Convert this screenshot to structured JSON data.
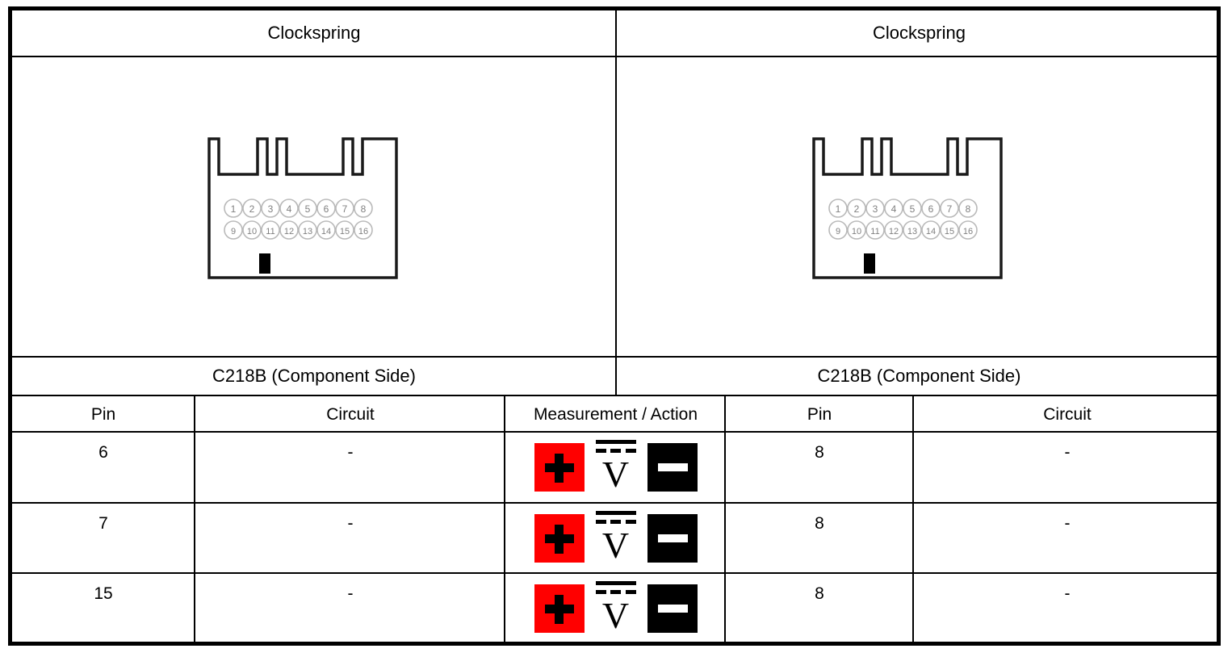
{
  "document": {
    "panels": [
      {
        "title": "Clockspring",
        "connector_label": "C218B (Component Side)",
        "connector": {
          "name": "16-pin-connector",
          "pin_rows": [
            [
              "1",
              "2",
              "3",
              "4",
              "5",
              "6",
              "7",
              "8"
            ],
            [
              "9",
              "10",
              "11",
              "12",
              "13",
              "14",
              "15",
              "16"
            ]
          ]
        }
      },
      {
        "title": "Clockspring",
        "connector_label": "C218B (Component Side)",
        "connector": {
          "name": "16-pin-connector",
          "pin_rows": [
            [
              "1",
              "2",
              "3",
              "4",
              "5",
              "6",
              "7",
              "8"
            ],
            [
              "9",
              "10",
              "11",
              "12",
              "13",
              "14",
              "15",
              "16"
            ]
          ]
        }
      }
    ],
    "table": {
      "headers": {
        "pin_left": "Pin",
        "circuit_left": "Circuit",
        "measurement": "Measurement / Action",
        "pin_right": "Pin",
        "circuit_right": "Circuit"
      },
      "rows": [
        {
          "pin_left": "6",
          "circuit_left": "-",
          "measurement": {
            "positive_icon": "red-plus-probe-icon",
            "meter_icon": "dc-voltage-meter-icon",
            "meter_symbol": "V",
            "negative_icon": "black-minus-probe-icon"
          },
          "pin_right": "8",
          "circuit_right": "-"
        },
        {
          "pin_left": "7",
          "circuit_left": "-",
          "measurement": {
            "positive_icon": "red-plus-probe-icon",
            "meter_icon": "dc-voltage-meter-icon",
            "meter_symbol": "V",
            "negative_icon": "black-minus-probe-icon"
          },
          "pin_right": "8",
          "circuit_right": "-"
        },
        {
          "pin_left": "15",
          "circuit_left": "-",
          "measurement": {
            "positive_icon": "red-plus-probe-icon",
            "meter_icon": "dc-voltage-meter-icon",
            "meter_symbol": "V",
            "negative_icon": "black-minus-probe-icon"
          },
          "pin_right": "8",
          "circuit_right": "-"
        }
      ]
    },
    "colors": {
      "positive_probe": "#FF0000",
      "negative_probe": "#000000",
      "border": "#000000",
      "background": "#FFFFFF"
    }
  }
}
